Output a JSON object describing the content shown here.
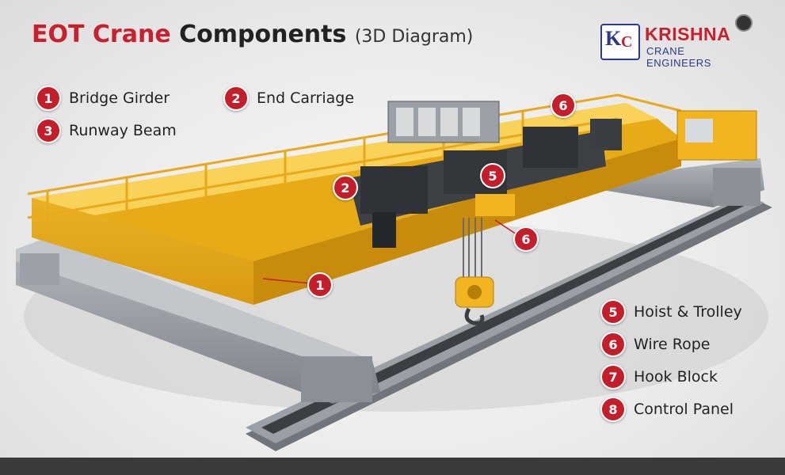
{
  "title": {
    "part1": "EOT Crane",
    "part2": "Components",
    "part3": "(3D Diagram)"
  },
  "logo": {
    "initials_k": "K",
    "initials_c": "C",
    "name": "KRISHNA",
    "tagline": "CRANE ENGINEERS"
  },
  "legend": [
    {
      "num": "1",
      "label": "Bridge Girder"
    },
    {
      "num": "2",
      "label": "End Carriage"
    },
    {
      "num": "3",
      "label": "Runway Beam"
    },
    {
      "num": "5",
      "label": "Hoist & Trolley"
    },
    {
      "num": "6",
      "label": "Wire Rope"
    },
    {
      "num": "7",
      "label": "Hook Block"
    },
    {
      "num": "8",
      "label": "Control Panel"
    }
  ],
  "callouts": [
    "6",
    "2",
    "5",
    "6",
    "1"
  ],
  "colors": {
    "accent_red": "#c41e2a",
    "crane_yellow": "#f2b51f",
    "steel_gray": "#8f959b",
    "title_red": "#c8202e"
  }
}
